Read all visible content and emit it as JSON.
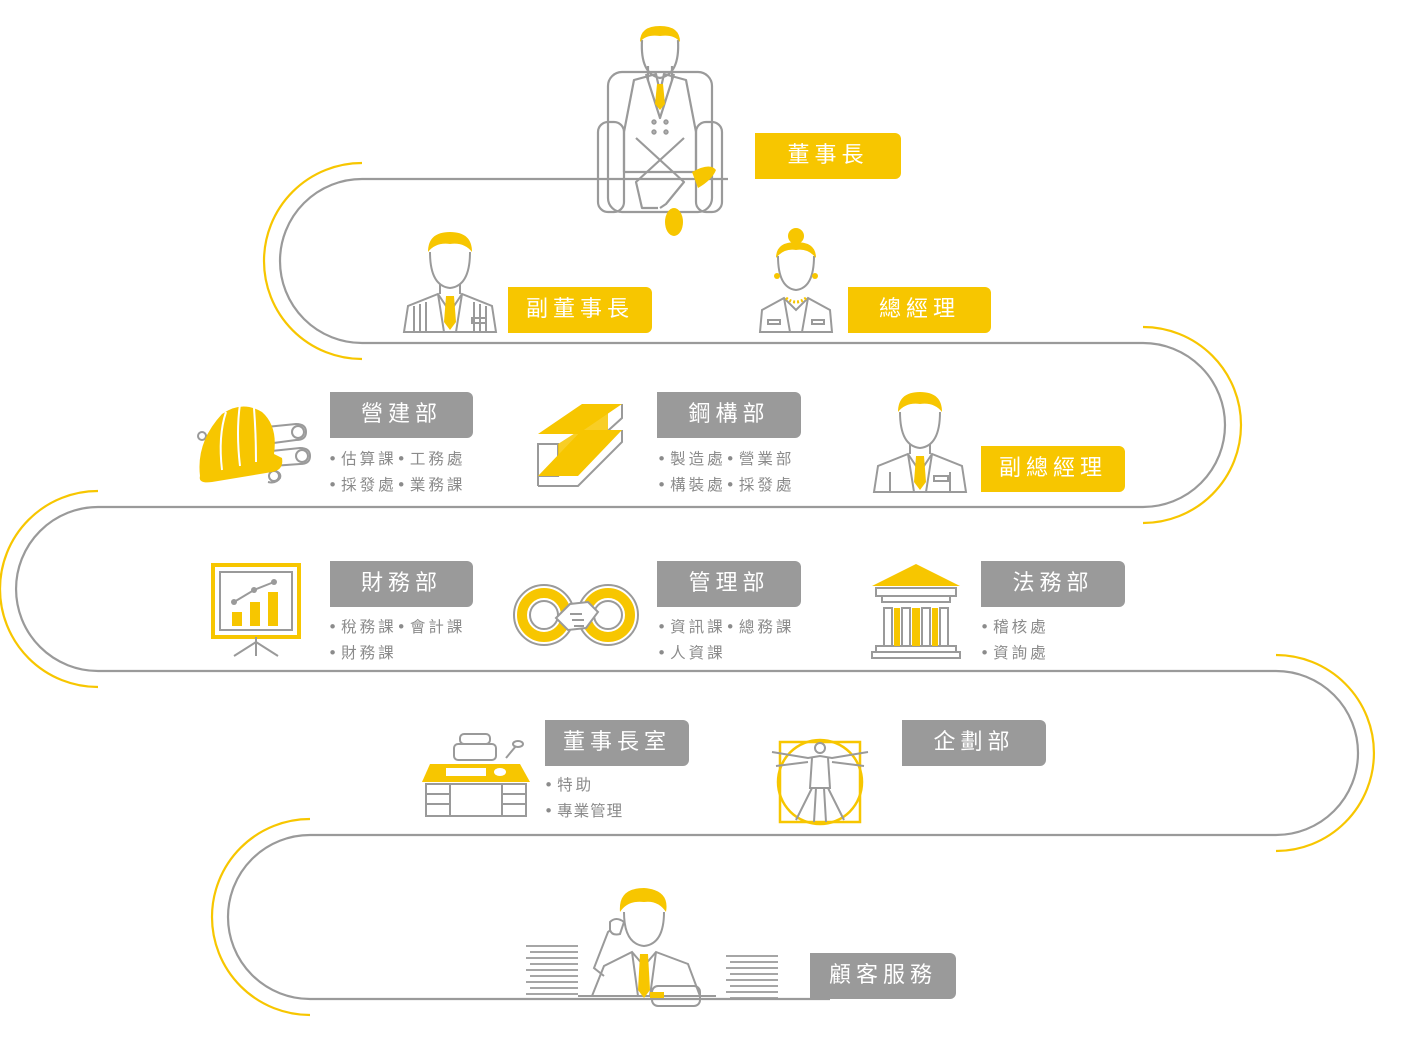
{
  "colors": {
    "accent": "#f7c600",
    "gray": "#9a9a9a",
    "line": "#9a9a9a"
  },
  "nodes": {
    "chairman": {
      "label": "董事長",
      "icon": "seated-executive-icon"
    },
    "vice_chairman": {
      "label": "副董事長",
      "icon": "businessman-icon"
    },
    "general_manager": {
      "label": "總經理",
      "icon": "businesswoman-icon"
    },
    "construction": {
      "label": "營建部",
      "icon": "hard-hat-icon",
      "rows": [
        [
          "估算課",
          "工務處"
        ],
        [
          "採發處",
          "業務課"
        ]
      ]
    },
    "steel": {
      "label": "鋼構部",
      "icon": "steel-beam-icon",
      "rows": [
        [
          "製造處",
          "營業部"
        ],
        [
          "構裝處",
          "採發處"
        ]
      ]
    },
    "deputy_gm": {
      "label": "副總經理",
      "icon": "manager-icon"
    },
    "finance": {
      "label": "財務部",
      "icon": "chart-board-icon",
      "rows": [
        [
          "稅務課",
          "會計課"
        ],
        [
          "財務課"
        ]
      ]
    },
    "management": {
      "label": "管理部",
      "icon": "handshake-icon",
      "rows": [
        [
          "資訊課",
          "總務課"
        ],
        [
          "人資課"
        ]
      ]
    },
    "legal": {
      "label": "法務部",
      "icon": "courthouse-icon",
      "rows": [
        [
          "稽核處"
        ],
        [
          "資詢處"
        ]
      ]
    },
    "chairman_office": {
      "label": "董事長室",
      "icon": "office-desk-icon",
      "rows": [
        [
          "特助"
        ],
        [
          "專業管理"
        ]
      ]
    },
    "planning": {
      "label": "企劃部",
      "icon": "vitruvian-man-icon"
    },
    "customer_service": {
      "label": "顧客服務",
      "icon": "call-center-icon"
    }
  }
}
